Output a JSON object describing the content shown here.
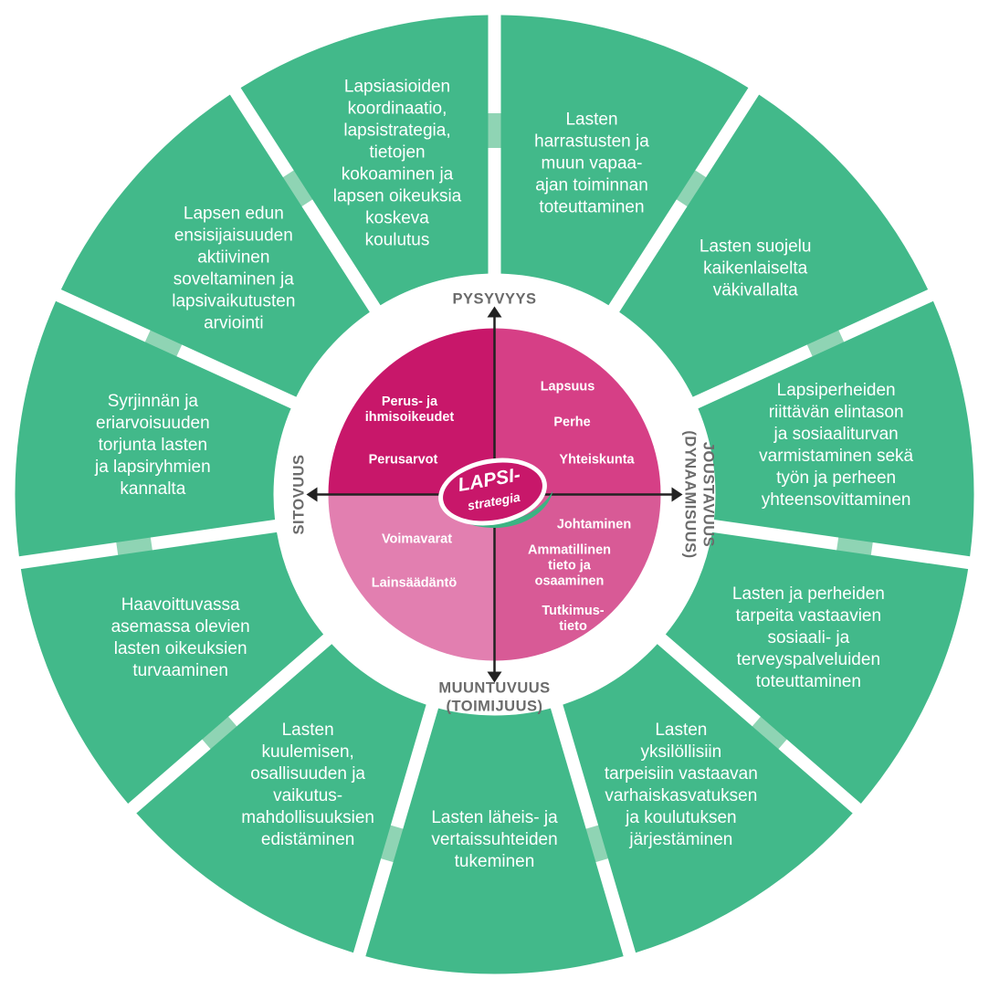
{
  "colors": {
    "segment": "#42b98a",
    "connector": "#8fd4b4",
    "quadrant_top_left": "#c8176a",
    "quadrant_top_right": "#d63f86",
    "quadrant_bottom_right": "#d85a96",
    "quadrant_bottom_left": "#e27fb0",
    "axis_label": "#6b6b6b",
    "logo_green": "#3cb383"
  },
  "axes": {
    "top": [
      "PYSYVYYS"
    ],
    "bottom": [
      "MUUNTUVUUS",
      "(TOIMIJUUS)"
    ],
    "left": [
      "SITOVUUS"
    ],
    "right": [
      "JOUSTAVUUS",
      "(DYNAAMISUUS)"
    ]
  },
  "logo": {
    "line1": "LAPSI-",
    "line2": "strategia"
  },
  "quadrants": {
    "top_left": [
      [
        "Perus- ja",
        "ihmisoikeudet"
      ],
      [
        "Perusarvot"
      ]
    ],
    "top_right": [
      [
        "Lapsuus"
      ],
      [
        "Perhe"
      ],
      [
        "Yhteiskunta"
      ]
    ],
    "bottom_right": [
      [
        "Johtaminen"
      ],
      [
        "Ammatillinen",
        "tieto ja",
        "osaaminen"
      ],
      [
        "Tutkimus-",
        "tieto"
      ]
    ],
    "bottom_left": [
      [
        "Voimavarat"
      ],
      [
        "Lainsäädäntö"
      ]
    ]
  },
  "segments": [
    {
      "lines": [
        "Lapsiasioiden",
        "koordinaatio,",
        "lapsistrategia,",
        "tietojen",
        "kokoaminen ja",
        "lapsen oikeuksia",
        "koskeva",
        "koulutus"
      ]
    },
    {
      "lines": [
        "Lasten",
        "harrastusten ja",
        "muun vapaa-",
        "ajan toiminnan",
        "toteuttaminen"
      ]
    },
    {
      "lines": [
        "Lasten suojelu",
        "kaikenlaiselta",
        "väkivallalta"
      ]
    },
    {
      "lines": [
        "Lapsiperheiden",
        "riittävän elintason",
        "ja sosiaaliturvan",
        "varmistaminen sekä",
        "työn ja perheen",
        "yhteensovittaminen"
      ]
    },
    {
      "lines": [
        "Lasten ja perheiden",
        "tarpeita vastaavien",
        "sosiaali- ja",
        "terveyspalveluiden",
        "toteuttaminen"
      ]
    },
    {
      "lines": [
        "Lasten",
        "yksilöllisiin",
        "tarpeisiin vastaavan",
        "varhaiskasvatuksen",
        "ja koulutuksen",
        "järjestäminen"
      ]
    },
    {
      "lines": [
        "Lasten läheis- ja",
        "vertaissuhteiden",
        "tukeminen"
      ]
    },
    {
      "lines": [
        "Lasten",
        "kuulemisen,",
        "osallisuuden ja",
        "vaikutus-",
        "mahdollisuuksien",
        "edistäminen"
      ]
    },
    {
      "lines": [
        "Haavoittuvassa",
        "asemassa olevien",
        "lasten oikeuksien",
        "turvaaminen"
      ]
    },
    {
      "lines": [
        "Syrjinnän ja",
        "eriarvoisuuden",
        "torjunta lasten",
        "ja lapsiryhmien",
        "kannalta"
      ]
    },
    {
      "lines": [
        "Lapsen edun",
        "ensisijaisuuden",
        "aktiivinen",
        "soveltaminen ja",
        "lapsivaikutusten",
        "arviointi"
      ]
    }
  ]
}
